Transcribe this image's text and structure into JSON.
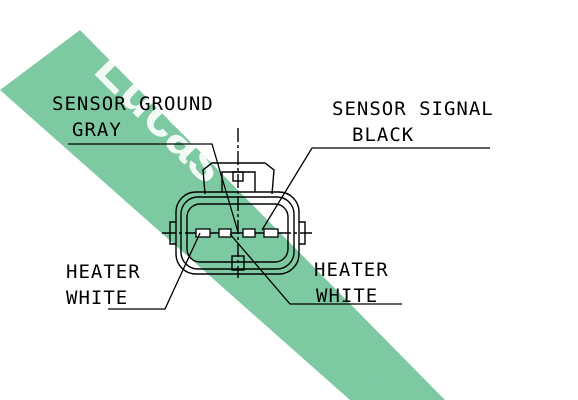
{
  "watermark": {
    "text": "Lucas",
    "color": "#7dc9a2"
  },
  "labels": {
    "sensor_ground": {
      "line1": "SENSOR GROUND",
      "line2": "GRAY"
    },
    "sensor_signal": {
      "line1": "SENSOR SIGNAL",
      "line2": "BLACK"
    },
    "heater_left": {
      "line1": "HEATER",
      "line2": "WHITE"
    },
    "heater_right": {
      "line1": "HEATER",
      "line2": "WHITE"
    }
  },
  "colors": {
    "ink": "#000000",
    "background": "#ffffff",
    "watermark": "#7dc9a2"
  }
}
